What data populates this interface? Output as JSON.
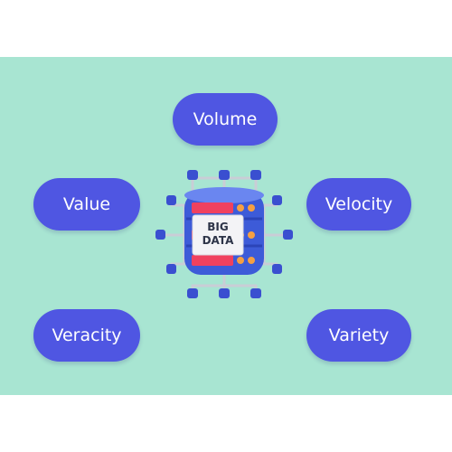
{
  "nodes": {
    "volume": "Volume",
    "value": "Value",
    "velocity": "Velocity",
    "veracity": "Veracity",
    "variety": "Variety"
  },
  "hub": {
    "label_line1": "BIG",
    "label_line2": "DATA",
    "icon": "database-server-network-icon"
  },
  "colors": {
    "background_band": "#a8e5d2",
    "pill": "#4f56e2",
    "pill_text": "#ffffff",
    "server_blue": "#3d5bd8",
    "server_red": "#f0415f",
    "server_orange": "#f6a042",
    "connector": "#c9cdd6"
  }
}
